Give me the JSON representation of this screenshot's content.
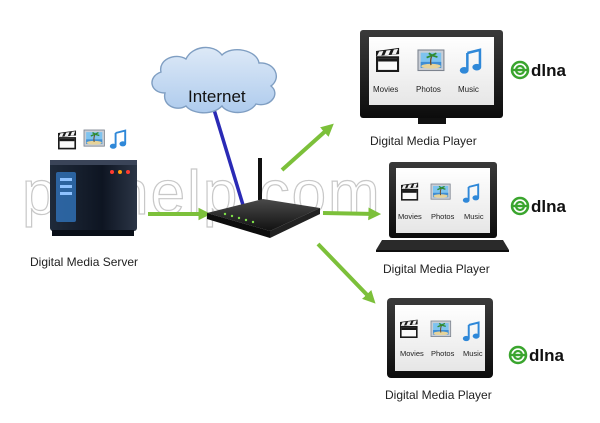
{
  "cloud_label": "Internet",
  "server": {
    "label": "Digital Media Server"
  },
  "players": [
    {
      "label": "Digital Media Player",
      "device": "tv",
      "media": [
        "Movies",
        "Photos",
        "Music"
      ]
    },
    {
      "label": "Digital Media Player",
      "device": "laptop",
      "media": [
        "Movies",
        "Photos",
        "Music"
      ]
    },
    {
      "label": "Digital Media Player",
      "device": "tablet",
      "media": [
        "Movies",
        "Photos",
        "Music"
      ]
    }
  ],
  "dlna_logos": [
    "dlna",
    "dlna",
    "dlna"
  ],
  "watermark": "pk-help.com",
  "colors": {
    "arrow": "#7cc03a",
    "internet_link": "#2a2ab5",
    "cloud": "#c6dcf2",
    "dlna_green": "#3aa52e"
  },
  "icons": [
    "clapperboard-icon",
    "photo-icon",
    "music-note-icon"
  ]
}
